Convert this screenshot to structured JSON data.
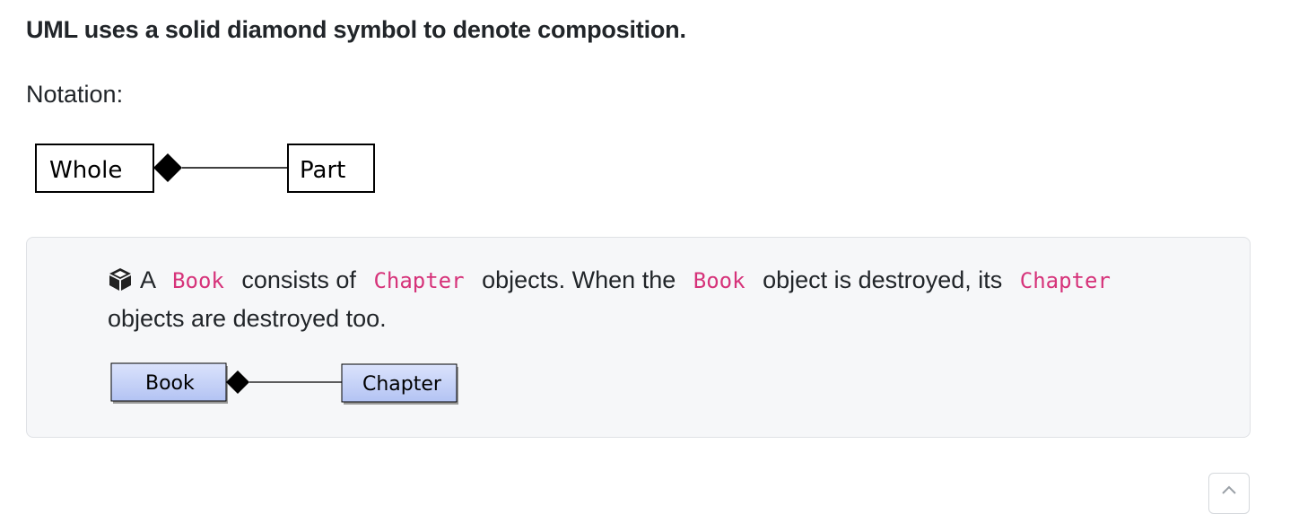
{
  "heading": "UML uses a solid diamond symbol to denote composition.",
  "notation_label": "Notation:",
  "notation_diagram": {
    "whole": "Whole",
    "part": "Part"
  },
  "example": {
    "icon": "cube-icon",
    "segments": [
      "A",
      "Book",
      "consists of",
      "Chapter",
      "objects. When the",
      "Book",
      "object is destroyed, its",
      "Chapter",
      "objects are destroyed too."
    ],
    "diagram": {
      "whole": "Book",
      "part": "Chapter"
    }
  },
  "scroll_top_icon": "chevron-up-icon",
  "colors": {
    "code": "#d6337a",
    "box_bg": "#f6f7f9",
    "uml_class_fill": "#c9d4f8"
  }
}
